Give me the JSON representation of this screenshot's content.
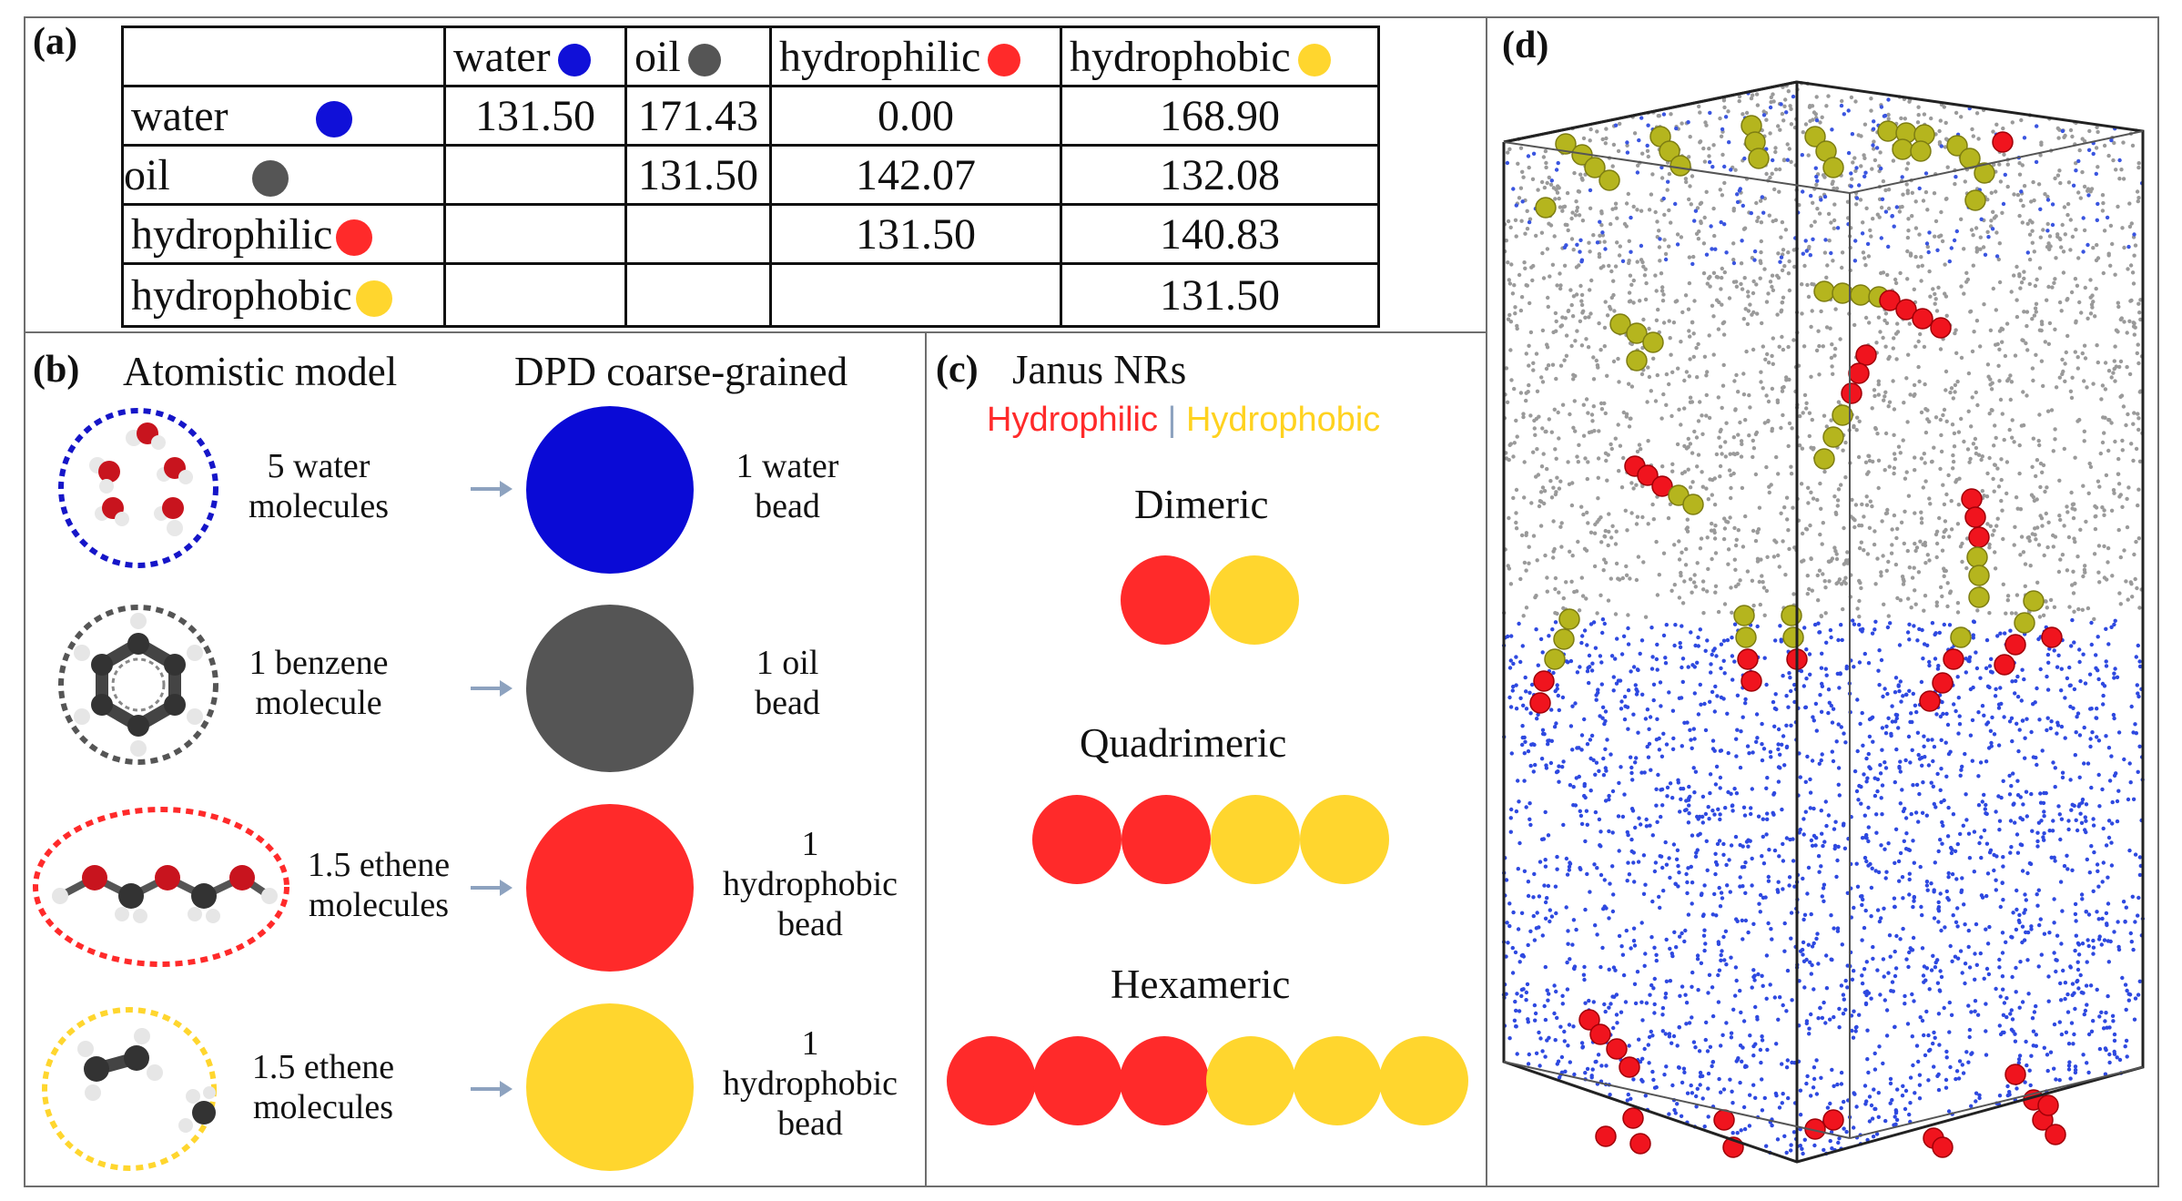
{
  "panel_a": {
    "label": "(a)",
    "col_headers": [
      "water",
      "oil",
      "hydrophilic",
      "hydrophobic"
    ],
    "row_headers": [
      "water",
      "oil",
      "hydrophilic",
      "hydrophobic"
    ],
    "cells": [
      [
        "131.50",
        "171.43",
        "0.00",
        "168.90"
      ],
      [
        "",
        "131.50",
        "142.07",
        "132.08"
      ],
      [
        "",
        "",
        "131.50",
        "140.83"
      ],
      [
        "",
        "",
        "",
        "131.50"
      ]
    ],
    "colors": {
      "water": "#1010d8",
      "oil": "#555555",
      "hydrophilic": "#ff2a2a",
      "hydrophobic": "#ffd62e"
    }
  },
  "panel_b": {
    "label": "(b)",
    "left_title": "Atomistic model",
    "right_title": "DPD coarse-grained",
    "rows": [
      {
        "atom_line1": "5 water",
        "atom_line2": "molecules",
        "bead_line1": "1 water",
        "bead_line2": "bead",
        "bead_line3": "",
        "color": "#0a0ad6",
        "ring": "#1515c8"
      },
      {
        "atom_line1": "1 benzene",
        "atom_line2": "molecule",
        "bead_line1": "1 oil",
        "bead_line2": "bead",
        "bead_line3": "",
        "color": "#555555",
        "ring": "#555555"
      },
      {
        "atom_line1": "1.5 ethene",
        "atom_line2": "molecules",
        "bead_line1": "1",
        "bead_line2": "hydrophobic",
        "bead_line3": "bead",
        "color": "#ff2a2a",
        "ring": "#ff2a2a"
      },
      {
        "atom_line1": "1.5 ethene",
        "atom_line2": "molecules",
        "bead_line1": "1",
        "bead_line2": "hydrophobic",
        "bead_line3": "bead",
        "color": "#ffd62e",
        "ring": "#ffd62e"
      }
    ]
  },
  "panel_c": {
    "label": "(c)",
    "title": "Janus NRs",
    "legend_hydrophilic": "Hydrophilic",
    "legend_sep": "|",
    "legend_hydrophobic": "Hydrophobic",
    "rods": [
      {
        "name": "Dimeric",
        "red": 1,
        "yellow": 1
      },
      {
        "name": "Quadrimeric",
        "red": 2,
        "yellow": 2
      },
      {
        "name": "Hexameric",
        "red": 3,
        "yellow": 3
      }
    ]
  },
  "panel_d": {
    "label": "(d)"
  }
}
